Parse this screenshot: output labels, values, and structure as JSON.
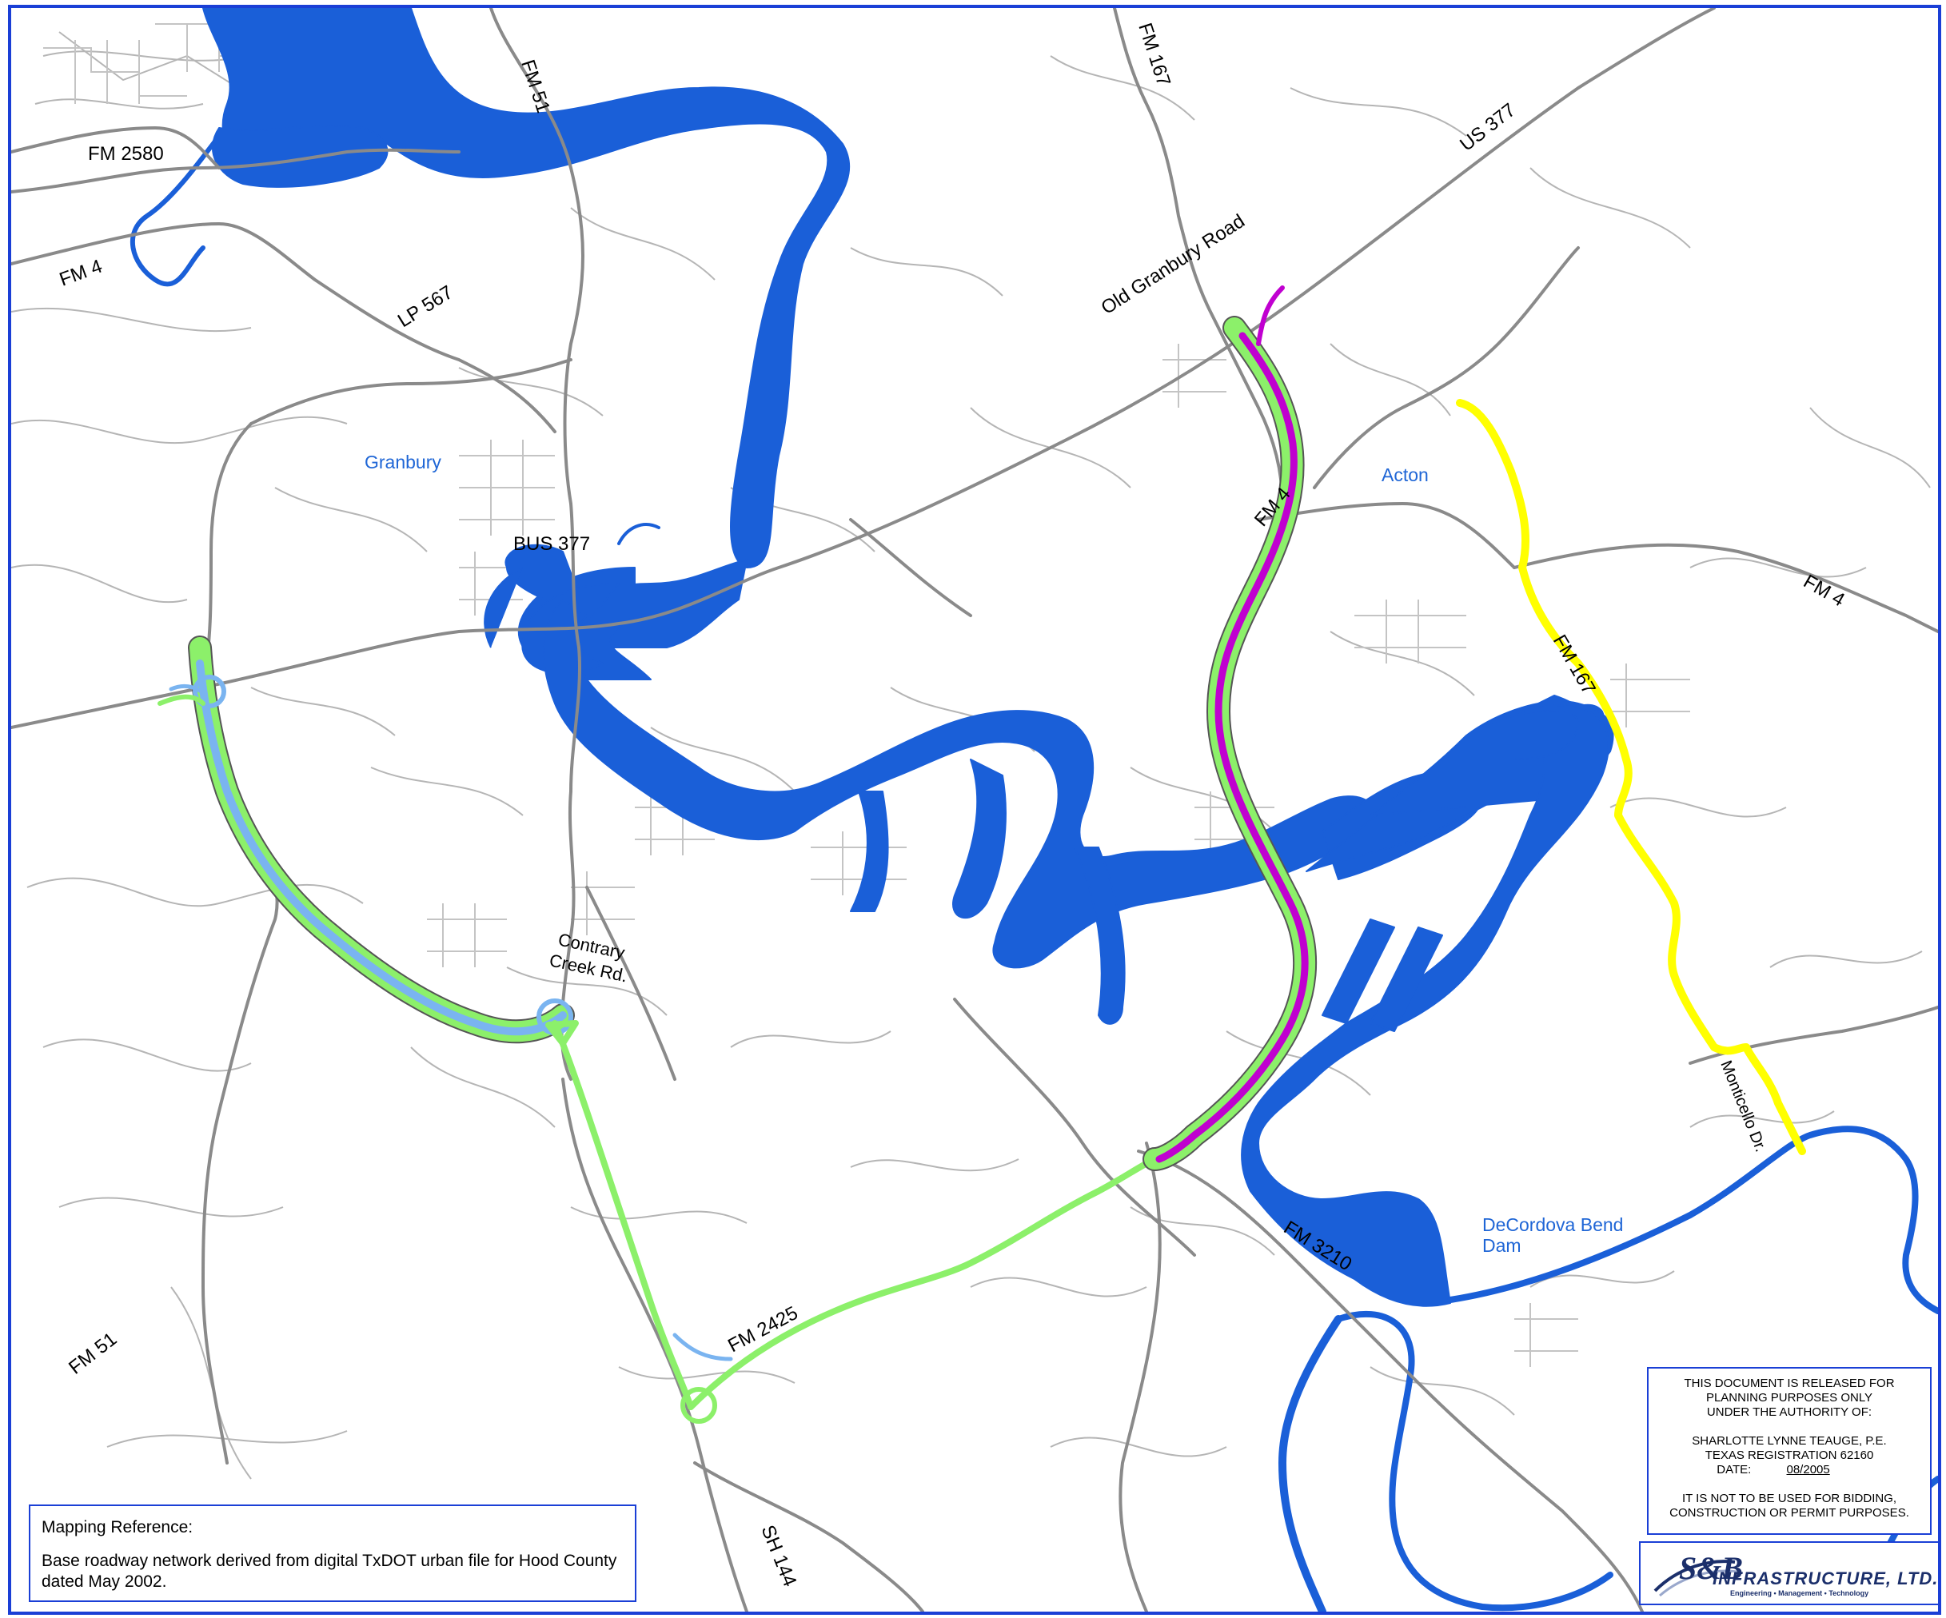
{
  "roads": {
    "fm_2580": "FM 2580",
    "fm_4_west": "FM 4",
    "lp_567": "LP 567",
    "fm_51_north": "FM 51",
    "fm_167_north": "FM 167",
    "us_377": "US 377",
    "old_granbury_road": "Old Granbury Road",
    "bus_377": "BUS 377",
    "fm_4_center": "FM 4",
    "fm_4_east": "FM 4",
    "fm_167_south": "FM 167",
    "contrary_creek_line1": "Contrary",
    "contrary_creek_line2": "Creek Rd.",
    "monticello": "Monticello Dr.",
    "fm_3210": "FM 3210",
    "fm_2425": "FM 2425",
    "fm_51_south": "FM 51",
    "sh_144": "SH 144"
  },
  "places": {
    "granbury": "Granbury",
    "acton": "Acton",
    "decordova_line1": "DeCordova Bend",
    "decordova_line2": "Dam"
  },
  "mapping_reference": {
    "title": "Mapping Reference:",
    "line1": "Base roadway network derived from digital TxDOT urban file for Hood County",
    "line2": "dated May 2002."
  },
  "disclaimer": {
    "line1": "THIS DOCUMENT IS RELEASED FOR",
    "line2": "PLANNING PURPOSES ONLY",
    "line3": "UNDER THE AUTHORITY OF:",
    "line4": "SHARLOTTE LYNNE TEAUGE, P.E.",
    "line5": "TEXAS REGISTRATION 62160",
    "date_label": "DATE:",
    "date_value": "08/2005",
    "line7": "IT IS NOT TO BE USED FOR BIDDING,",
    "line8": "CONSTRUCTION OR PERMIT PURPOSES."
  },
  "logo": {
    "sb": "S&B",
    "infrastructure": "INFRASTRUCTURE, LTD.",
    "tagline": "Engineering  •  Management  •  Technology"
  },
  "colors": {
    "water": "#1a5fd8",
    "road": "#888888",
    "route_green": "#8cf06a",
    "route_magenta": "#c000d0",
    "route_yellow": "#ffff00",
    "route_lightblue": "#7ab4f0",
    "frame": "#1a3fd6",
    "place_text": "#1f66d6"
  }
}
